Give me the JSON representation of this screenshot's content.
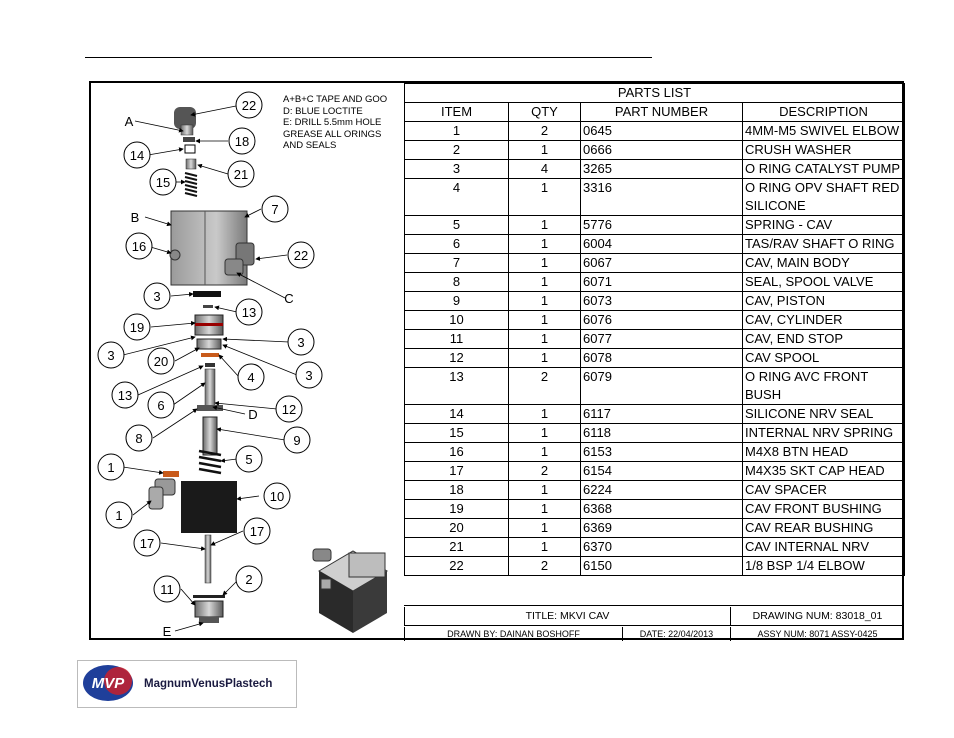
{
  "notes": [
    "A+B+C TAPE AND GOO",
    "D: BLUE LOCTITE",
    "E: DRILL 5.5mm HOLE",
    "GREASE ALL ORINGS",
    "AND SEALS"
  ],
  "parts_list": {
    "title": "PARTS LIST",
    "headers": [
      "ITEM",
      "QTY",
      "PART NUMBER",
      "DESCRIPTION"
    ],
    "rows": [
      {
        "item": "1",
        "qty": "2",
        "part": "0645",
        "desc": "4MM-M5 SWIVEL ELBOW"
      },
      {
        "item": "2",
        "qty": "1",
        "part": "0666",
        "desc": "CRUSH WASHER"
      },
      {
        "item": "3",
        "qty": "4",
        "part": "3265",
        "desc": "O RING CATALYST PUMP"
      },
      {
        "item": "4",
        "qty": "1",
        "part": "3316",
        "desc": "O RING OPV SHAFT RED SILICONE"
      },
      {
        "item": "5",
        "qty": "1",
        "part": "5776",
        "desc": "SPRING - CAV"
      },
      {
        "item": "6",
        "qty": "1",
        "part": "6004",
        "desc": "TAS/RAV SHAFT O RING"
      },
      {
        "item": "7",
        "qty": "1",
        "part": "6067",
        "desc": "CAV, MAIN BODY"
      },
      {
        "item": "8",
        "qty": "1",
        "part": "6071",
        "desc": "SEAL, SPOOL VALVE"
      },
      {
        "item": "9",
        "qty": "1",
        "part": "6073",
        "desc": "CAV, PISTON"
      },
      {
        "item": "10",
        "qty": "1",
        "part": "6076",
        "desc": "CAV, CYLINDER"
      },
      {
        "item": "11",
        "qty": "1",
        "part": "6077",
        "desc": "CAV, END STOP"
      },
      {
        "item": "12",
        "qty": "1",
        "part": "6078",
        "desc": "CAV SPOOL"
      },
      {
        "item": "13",
        "qty": "2",
        "part": "6079",
        "desc": "O RING AVC FRONT BUSH"
      },
      {
        "item": "14",
        "qty": "1",
        "part": "6117",
        "desc": "SILICONE NRV SEAL"
      },
      {
        "item": "15",
        "qty": "1",
        "part": "6118",
        "desc": "INTERNAL NRV SPRING"
      },
      {
        "item": "16",
        "qty": "1",
        "part": "6153",
        "desc": "M4X8 BTN HEAD"
      },
      {
        "item": "17",
        "qty": "2",
        "part": "6154",
        "desc": "M4X35 SKT CAP HEAD"
      },
      {
        "item": "18",
        "qty": "1",
        "part": "6224",
        "desc": "CAV SPACER"
      },
      {
        "item": "19",
        "qty": "1",
        "part": "6368",
        "desc": "CAV FRONT BUSHING"
      },
      {
        "item": "20",
        "qty": "1",
        "part": "6369",
        "desc": "CAV REAR BUSHING"
      },
      {
        "item": "21",
        "qty": "1",
        "part": "6370",
        "desc": "CAV INTERNAL NRV"
      },
      {
        "item": "22",
        "qty": "2",
        "part": "6150",
        "desc": "1/8 BSP 1/4 ELBOW"
      }
    ]
  },
  "title_block": {
    "title": "TITLE: MKVI CAV",
    "drawing_num": "DRAWING NUM: 83018_01",
    "drawn_by": "DRAWN BY: DAINAN BOSHOFF",
    "date": "DATE: 22/04/2013",
    "assy_num": "ASSY NUM: 8071 ASSY-0425"
  },
  "diagram": {
    "balloons": [
      "22",
      "18",
      "14",
      "21",
      "15",
      "7",
      "16",
      "22",
      "3",
      "13",
      "19",
      "3",
      "3",
      "20",
      "4",
      "3",
      "13",
      "6",
      "12",
      "8",
      "9",
      "1",
      "5",
      "10",
      "1",
      "17",
      "17",
      "11",
      "2"
    ],
    "letters": [
      "A",
      "B",
      "C",
      "D",
      "E"
    ]
  },
  "logo": {
    "badge": "MVP",
    "name": "MagnumVenusPlastech",
    "colors": {
      "badge_blue": "#1f3f9a",
      "badge_red": "#c8202b"
    }
  }
}
